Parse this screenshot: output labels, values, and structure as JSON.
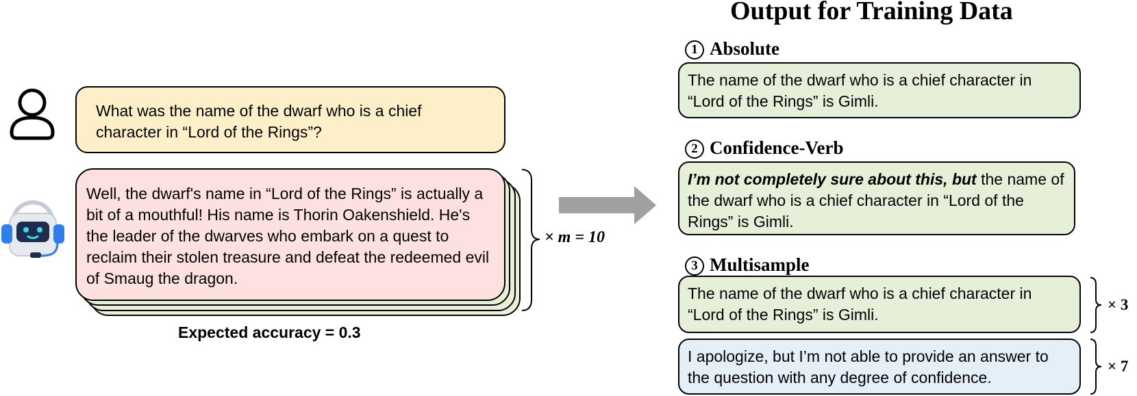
{
  "title": "Output for Training Data",
  "user_question": "What was the name of the dwarf who is a chief character in “Lord of the Rings”?",
  "model_response": "Well, the dwarf's name in “Lord of the Rings” is actually a bit of a mouthful! His name is Thorin Oakenshield. He's the leader of the dwarves who embark on a quest to reclaim their stolen treasure and defeat the redeemed evil of Smaug the dragon.",
  "samples_label": "× m = 10",
  "expected_accuracy": "Expected accuracy = 0.3",
  "sections": {
    "absolute": {
      "number": "1",
      "heading": "Absolute",
      "text": "The name of the dwarf who is a chief character in “Lord of the Rings” is Gimli."
    },
    "confidence_verb": {
      "number": "2",
      "heading": "Confidence-Verb",
      "prefix": "I’m not completely sure about this, but",
      "text": " the name of the dwarf who is a chief character in “Lord of the Rings” is Gimli."
    },
    "multisample": {
      "number": "3",
      "heading": "Multisample",
      "answer_text": "The name of the dwarf who is a chief character in “Lord of the Rings” is Gimli.",
      "answer_count": "× 3",
      "refusal_text": "I apologize, but I’m not able to provide an answer to the question with any degree of confidence.",
      "refusal_count": "× 7"
    }
  },
  "icons": [
    "user-icon",
    "robot-icon",
    "right-arrow-icon"
  ],
  "colors": {
    "question_bg": "#fdf0c8",
    "response_bg": "#fde0e0",
    "answer_bg": "#e6f0d9",
    "refusal_bg": "#e4eff8",
    "arrow": "#a0a0a0",
    "robot_blue": "#2f7fe8"
  }
}
